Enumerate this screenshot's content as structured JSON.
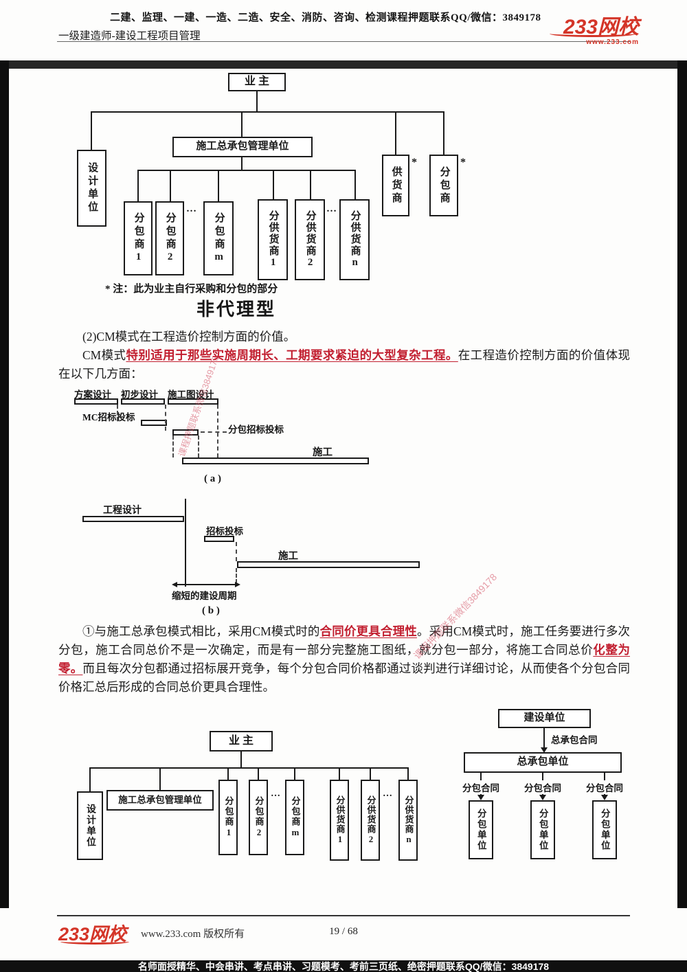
{
  "header": {
    "line1": "二建、监理、一建、一造、二造、安全、消防、咨询、检测课程押题联系QQ/微信：3849178",
    "line2": "一级建造师-建设工程项目管理",
    "logo_text": "233网校",
    "logo_sub": "www.233.com"
  },
  "watermark": {
    "text": "课程押题联系微信3849178"
  },
  "chart_top": {
    "owner": "业  主",
    "design_unit": "设计单位",
    "gc_unit": "施工总承包管理单位",
    "supplier": "供货商",
    "subcontractor": "分包商",
    "mark": "*",
    "subs": [
      "分包商1",
      "分包商2",
      "分包商m"
    ],
    "sub_suppliers": [
      "分供货商1",
      "分供货商2",
      "分供货商n"
    ],
    "ellipsis": "…",
    "note": "* 注：此为业主自行采购和分包的部分",
    "title": "非代理型"
  },
  "body": {
    "p1": "(2)CM模式在工程造价控制方面的价值。",
    "p2_a": "CM模式",
    "p2_red": "特别适用于那些实施周期长、工期要求紧迫的大型复杂工程。",
    "p2_b": "在工程造价控制方面的价值体现在以下几方面：",
    "p3_a": "①与施工总承包模式相比，采用CM模式时的",
    "p3_red1": "合同价更具合理性",
    "p3_b": "。采用CM模式时，施工任务要进行多次分包，施工合同总价不是一次确定，而是有一部分完整施工图纸，就分包一部分，将施工合同总价",
    "p3_red2": "化整为零。",
    "p3_c": "而且每次分包都通过招标展开竞争，每个分包合同价格都通过谈判进行详细讨论，从而使各个分包合同价格汇总后形成的合同总价更具合理性。"
  },
  "diagram_a": {
    "phase1": "方案设计",
    "phase2": "初步设计",
    "phase3": "施工图设计",
    "mc_bid": "MC招标投标",
    "sub_bid": "分包招标投标",
    "construction": "施工",
    "caption": "( a )"
  },
  "diagram_b": {
    "design": "工程设计",
    "bid": "招标投标",
    "construction": "施工",
    "shortened": "缩短的建设周期",
    "caption": "( b )"
  },
  "chart_bl": {
    "owner": "业  主",
    "design_unit": "设计单位",
    "gc_unit": "施工总承包管理单位",
    "boxes": [
      "分包商1",
      "分包商2",
      "分包商m",
      "分供货商1",
      "分供货商2",
      "分供货商n"
    ],
    "ellipsis": "…"
  },
  "chart_br": {
    "top_unit": "建设单位",
    "contract_top": "总承包合同",
    "mid_unit": "总承包单位",
    "contract_sub": "分包合同",
    "sub_unit": "分包单位"
  },
  "footer": {
    "logo_text": "233网校",
    "copyright": "www.233.com 版权所有",
    "page_info": "19 / 68",
    "bottom_bar": "名师面授精华、中会串讲、考点串讲、习题模考、考前三页纸、绝密押题联系QQ/微信：3849178"
  }
}
